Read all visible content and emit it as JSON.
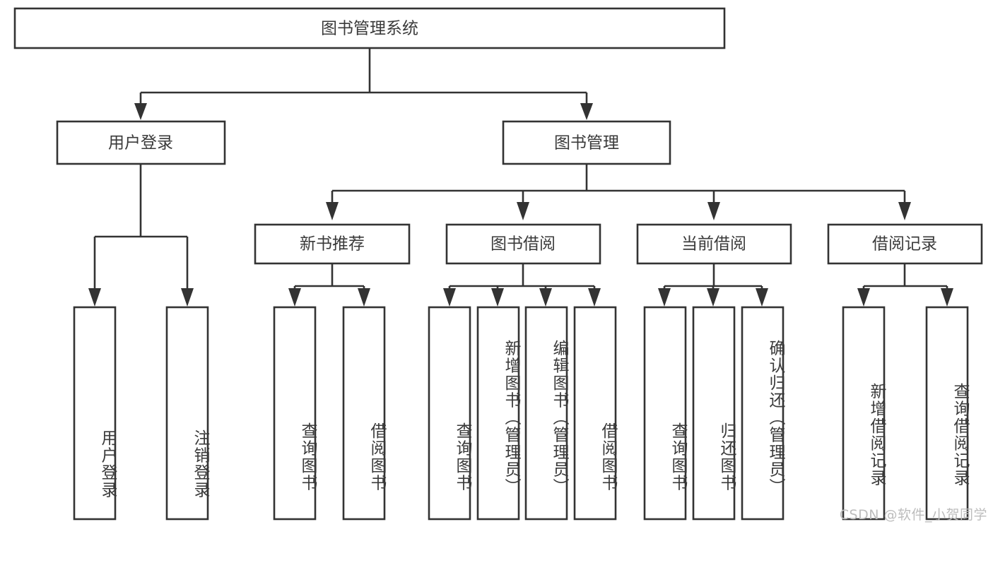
{
  "diagram": {
    "type": "tree-hierarchy",
    "title": "图书管理系统",
    "root": {
      "label": "图书管理系统"
    },
    "level2": [
      {
        "label": "用户登录"
      },
      {
        "label": "图书管理"
      }
    ],
    "level3": [
      {
        "label": "新书推荐"
      },
      {
        "label": "图书借阅"
      },
      {
        "label": "当前借阅"
      },
      {
        "label": "借阅记录"
      }
    ],
    "leaves": {
      "user_login": [
        "用户登录",
        "注销登录"
      ],
      "new_book_recommend": [
        "查询图书",
        "借阅图书"
      ],
      "book_borrow": [
        "查询图书",
        "新增图书（管理员）",
        "编辑图书（管理员）",
        "借阅图书"
      ],
      "current_borrow": [
        "查询图书",
        "归还图书",
        "确认归还（管理员）"
      ],
      "borrow_record": [
        "新增借阅记录",
        "查询借阅记录"
      ]
    }
  },
  "watermark": {
    "text": "CSDN @软件_小贺同学"
  },
  "colors": {
    "stroke": "#333333",
    "text": "#3a3a3a",
    "background": "#ffffff",
    "watermark": "#bdbdbd"
  }
}
